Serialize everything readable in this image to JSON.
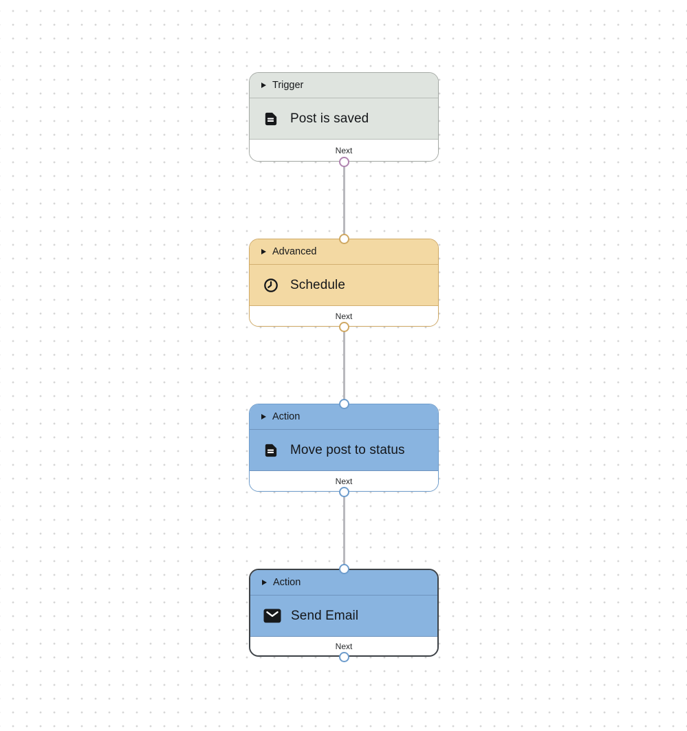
{
  "canvas": {
    "background_color": "#ffffff",
    "dot_color": "#d6d6d6",
    "edge_color": "#b8b8bd"
  },
  "nodes": [
    {
      "category": "Trigger",
      "title": "Post is saved",
      "icon": "document-icon",
      "next_label": "Next",
      "selected": false,
      "colors": {
        "fill": "#dfe4df",
        "border": "#a5aaa5",
        "divider": "#b7bcb7",
        "handle": "#b083b0"
      }
    },
    {
      "category": "Advanced",
      "title": "Schedule",
      "icon": "clock-icon",
      "next_label": "Next",
      "selected": false,
      "colors": {
        "fill": "#f3d9a3",
        "border": "#cfa863",
        "divider": "#d2af70",
        "handle": "#cfa863"
      }
    },
    {
      "category": "Action",
      "title": "Move post to status",
      "icon": "document-icon",
      "next_label": "Next",
      "selected": false,
      "colors": {
        "fill": "#89b4e0",
        "border": "#6d9ccc",
        "divider": "#6e93bd",
        "handle": "#6d9ccc"
      }
    },
    {
      "category": "Action",
      "title": "Send Email",
      "icon": "mail-icon",
      "next_label": "Next",
      "selected": true,
      "colors": {
        "fill": "#89b4e0",
        "border": "#3c4146",
        "divider": "#6e93bd",
        "handle": "#6d9ccc"
      }
    }
  ]
}
